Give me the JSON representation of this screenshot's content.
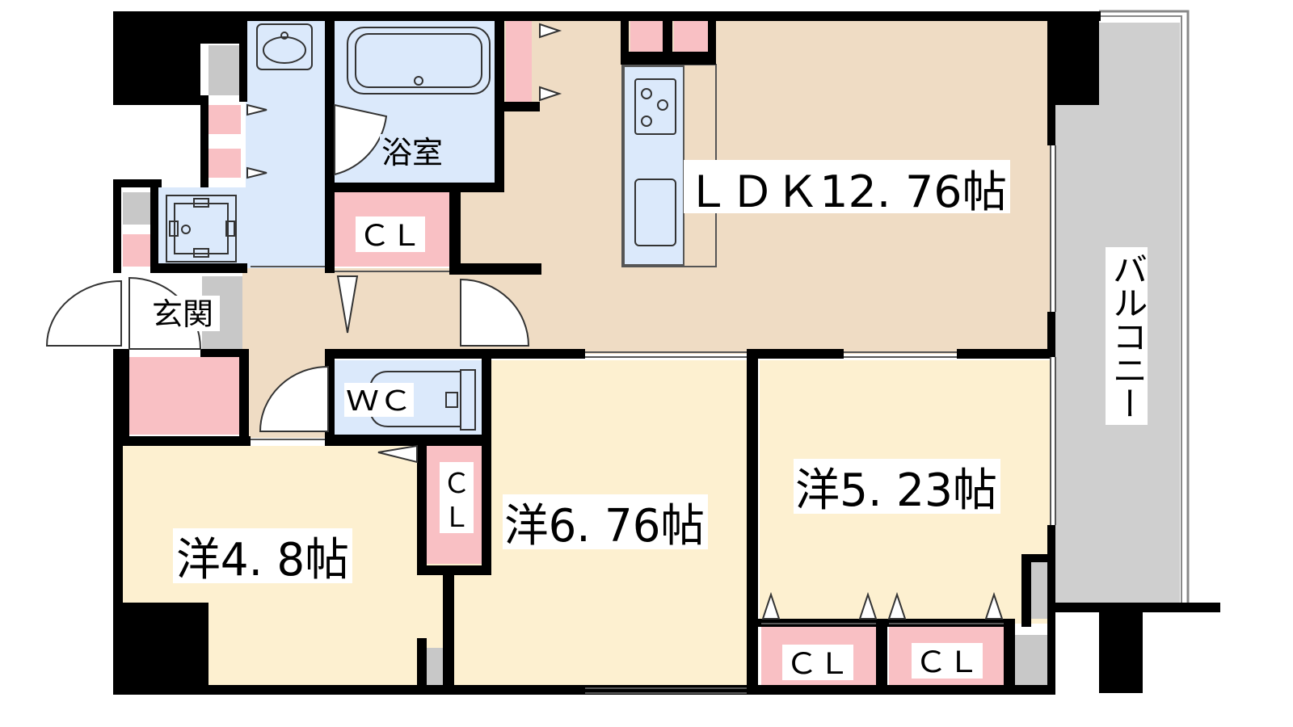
{
  "colors": {
    "wall": "#000000",
    "ldk_floor": "#efdcc4",
    "bedroom_floor": "#fdf0d0",
    "wet_area": "#dbe9fb",
    "closet": "#f9c0c4",
    "balcony": "#cfcfcf",
    "pillar_gray": "#c8c8c8"
  },
  "rooms": {
    "ldk": "ＬＤＫ12. 76帖",
    "bath": "浴室",
    "entrance": "玄関",
    "wc": "ＷＣ",
    "west_4_8": "洋4. 8帖",
    "west_6_76": "洋6. 76帖",
    "west_5_23": "洋5. 23帖",
    "balcony": "バルコニー"
  },
  "closets": {
    "cl_top": "ＣＬ",
    "cl_mid_c": "Ｃ",
    "cl_mid_l": "Ｌ",
    "cl_bottom_1": "ＣＬ",
    "cl_bottom_2": "ＣＬ"
  },
  "icons": {
    "stove": "stove-icon",
    "sink": "sink-icon",
    "washbasin": "washbasin-icon",
    "bathtub": "bathtub-icon",
    "washer": "washing-machine-icon",
    "toilet": "toilet-icon"
  }
}
